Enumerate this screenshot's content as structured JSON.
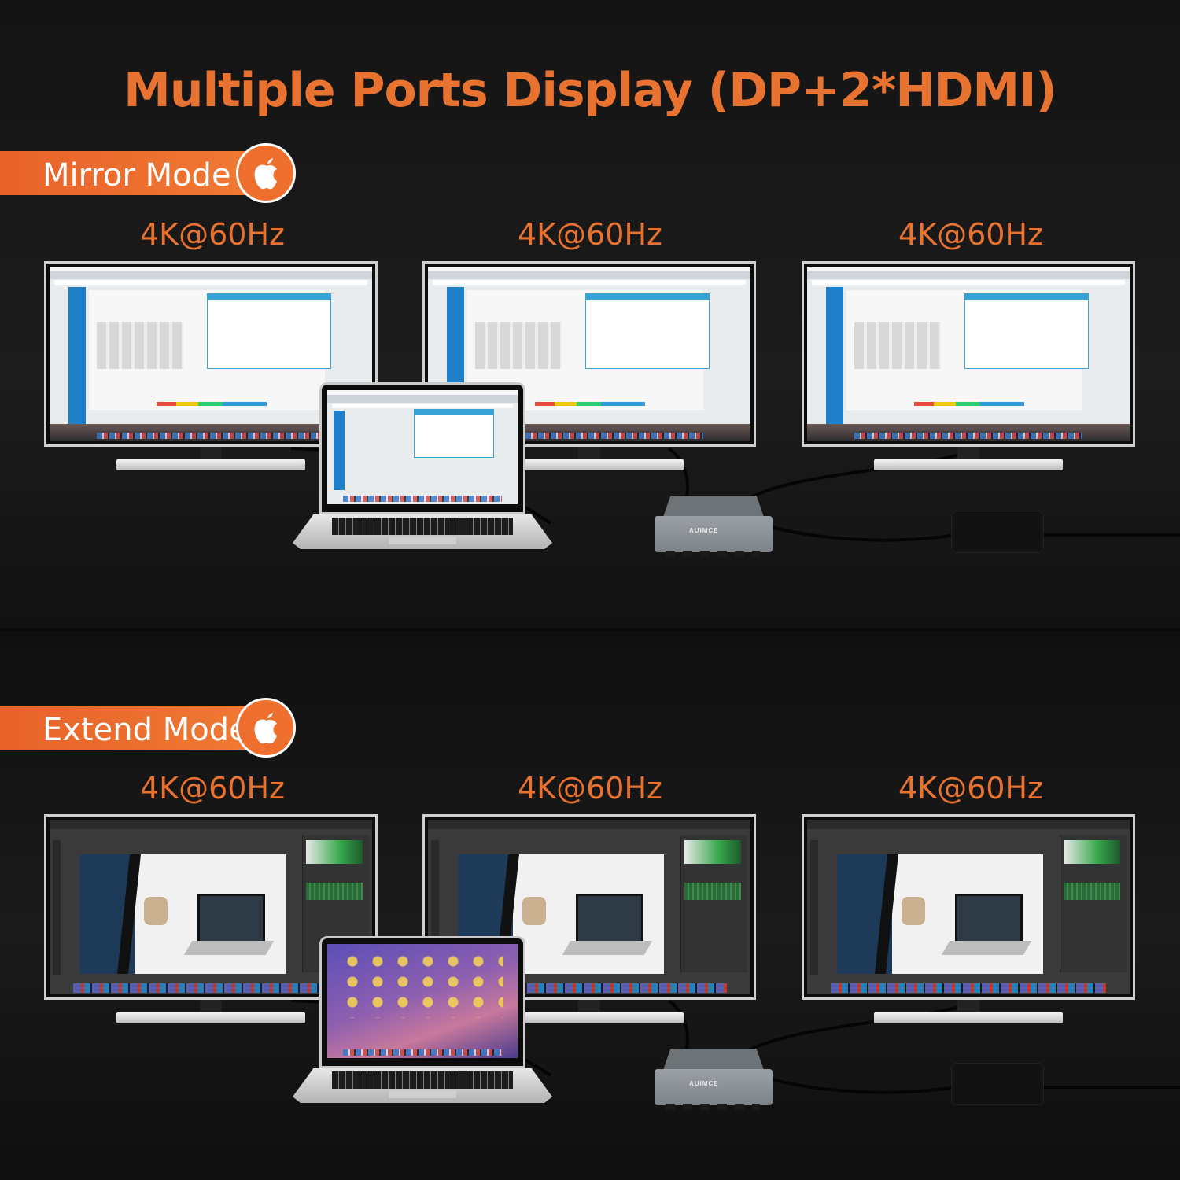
{
  "title": "Multiple Ports Display (DP+2*HDMI)",
  "accent_color": "#e8722f",
  "sections": [
    {
      "mode_label": "Mirror Mode",
      "badge_icon": "apple-logo-icon",
      "resolutions": [
        "4K@60Hz",
        "4K@60Hz",
        "4K@60Hz"
      ],
      "hub_brand": "AUIMCE"
    },
    {
      "mode_label": "Extend Mode",
      "badge_icon": "apple-logo-icon",
      "resolutions": [
        "4K@60Hz",
        "4K@60Hz",
        "4K@60Hz"
      ],
      "hub_brand": "AUIMCE"
    }
  ]
}
